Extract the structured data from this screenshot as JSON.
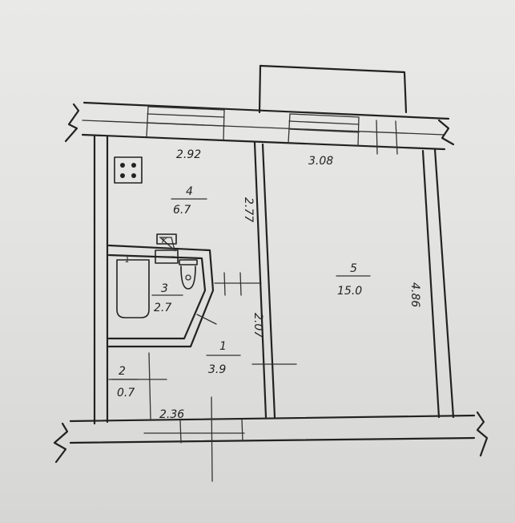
{
  "rooms": [
    {
      "id": "1",
      "number": "1",
      "area": "3.9"
    },
    {
      "id": "2",
      "number": "2",
      "area": "0.7"
    },
    {
      "id": "3",
      "number": "3",
      "area": "2.7"
    },
    {
      "id": "4",
      "number": "4",
      "area": "6.7"
    },
    {
      "id": "5",
      "number": "5",
      "area": "15.0"
    }
  ],
  "dimensions": {
    "kitchen_width": "2.92",
    "room_width": "3.08",
    "kitchen_depth": "2.77",
    "hall_depth": "2.07",
    "room_depth": "4.86",
    "hall_width": "2.36"
  },
  "fixture_labels": {
    "stove_mark": "K",
    "bath_mark": "1"
  },
  "colors": {
    "paper": "#e6e6e4",
    "ink": "#222222"
  }
}
